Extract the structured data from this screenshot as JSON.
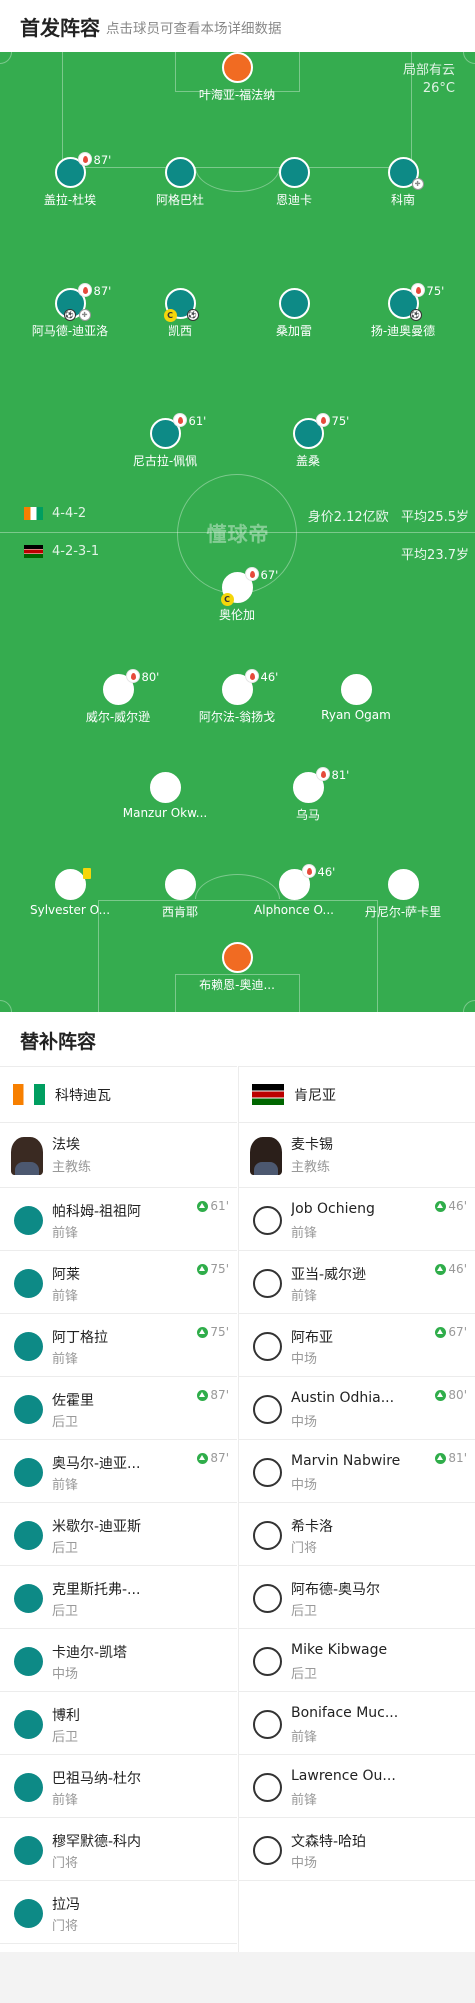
{
  "header": {
    "title": "首发阵容",
    "subtitle": "点击球员可查看本场详细数据"
  },
  "weather": {
    "condition": "局部有云",
    "temp": "26°C"
  },
  "watermark": "懂球帝",
  "home_team": {
    "formation": "4-4-2",
    "value": "身价2.12亿欧",
    "avg_age": "平均25.5岁",
    "kit_color": "#0d8a86"
  },
  "away_team": {
    "formation": "4-2-3-1",
    "avg_age": "平均23.7岁",
    "kit_color": "#ffffff"
  },
  "home_players": [
    {
      "name": "叶海亚-福法纳",
      "kit": "orange",
      "sub": ""
    },
    {
      "name": "盖拉-杜埃",
      "kit": "teal",
      "sub": "87'"
    },
    {
      "name": "阿格巴杜",
      "kit": "teal",
      "sub": ""
    },
    {
      "name": "恩迪卡",
      "kit": "teal",
      "sub": ""
    },
    {
      "name": "科南",
      "kit": "teal",
      "sub": ""
    },
    {
      "name": "阿马德-迪亚洛",
      "kit": "teal",
      "sub": "87'"
    },
    {
      "name": "凯西",
      "kit": "teal",
      "sub": ""
    },
    {
      "name": "桑加雷",
      "kit": "teal",
      "sub": ""
    },
    {
      "name": "扬-迪奥曼德",
      "kit": "teal",
      "sub": "75'"
    },
    {
      "name": "尼古拉-佩佩",
      "kit": "teal",
      "sub": "61'"
    },
    {
      "name": "盖桑",
      "kit": "teal",
      "sub": "75'"
    }
  ],
  "away_players": [
    {
      "name": "奥伦加",
      "kit": "white",
      "sub": "67'"
    },
    {
      "name": "威尔-威尔逊",
      "kit": "white",
      "sub": "80'"
    },
    {
      "name": "阿尔法-翁扬戈",
      "kit": "white",
      "sub": "46'"
    },
    {
      "name": "Ryan Ogam",
      "kit": "white",
      "sub": ""
    },
    {
      "name": "Manzur Okw...",
      "kit": "white",
      "sub": ""
    },
    {
      "name": "乌马",
      "kit": "white",
      "sub": "81'"
    },
    {
      "name": "Sylvester O...",
      "kit": "white",
      "sub": ""
    },
    {
      "name": "西肯耶",
      "kit": "white",
      "sub": ""
    },
    {
      "name": "Alphonce O...",
      "kit": "white",
      "sub": "46'"
    },
    {
      "name": "丹尼尔-萨卡里",
      "kit": "white",
      "sub": ""
    },
    {
      "name": "布赖恩-奥迪...",
      "kit": "orange",
      "sub": ""
    }
  ],
  "subs_title": "替补阵容",
  "home_bench": {
    "team": "科特迪瓦",
    "coach": {
      "name": "法埃",
      "role": "主教练"
    },
    "players": [
      {
        "name": "帕科姆-祖祖阿",
        "pos": "前锋",
        "on": "61'"
      },
      {
        "name": "阿莱",
        "pos": "前锋",
        "on": "75'"
      },
      {
        "name": "阿丁格拉",
        "pos": "前锋",
        "on": "75'"
      },
      {
        "name": "佐霍里",
        "pos": "后卫",
        "on": "87'"
      },
      {
        "name": "奥马尔-迪亚...",
        "pos": "前锋",
        "on": "87'"
      },
      {
        "name": "米歇尔-迪亚斯",
        "pos": "后卫",
        "on": ""
      },
      {
        "name": "克里斯托弗-...",
        "pos": "后卫",
        "on": ""
      },
      {
        "name": "卡迪尔-凯塔",
        "pos": "中场",
        "on": ""
      },
      {
        "name": "博利",
        "pos": "后卫",
        "on": ""
      },
      {
        "name": "巴祖马纳-杜尔",
        "pos": "前锋",
        "on": ""
      },
      {
        "name": "穆罕默德-科内",
        "pos": "门将",
        "on": ""
      },
      {
        "name": "拉冯",
        "pos": "门将",
        "on": ""
      }
    ]
  },
  "away_bench": {
    "team": "肯尼亚",
    "coach": {
      "name": "麦卡锡",
      "role": "主教练"
    },
    "players": [
      {
        "name": "Job Ochieng",
        "pos": "前锋",
        "on": "46'"
      },
      {
        "name": "亚当-威尔逊",
        "pos": "前锋",
        "on": "46'"
      },
      {
        "name": "阿布亚",
        "pos": "中场",
        "on": "67'"
      },
      {
        "name": "Austin Odhia...",
        "pos": "中场",
        "on": "80'"
      },
      {
        "name": "Marvin Nabwire",
        "pos": "中场",
        "on": "81'"
      },
      {
        "name": "希卡洛",
        "pos": "门将",
        "on": ""
      },
      {
        "name": "阿布德-奥马尔",
        "pos": "后卫",
        "on": ""
      },
      {
        "name": "Mike Kibwage",
        "pos": "后卫",
        "on": ""
      },
      {
        "name": "Boniface Muc...",
        "pos": "前锋",
        "on": ""
      },
      {
        "name": "Lawrence Ou...",
        "pos": "前锋",
        "on": ""
      },
      {
        "name": "文森特-哈珀",
        "pos": "中场",
        "on": ""
      }
    ]
  }
}
